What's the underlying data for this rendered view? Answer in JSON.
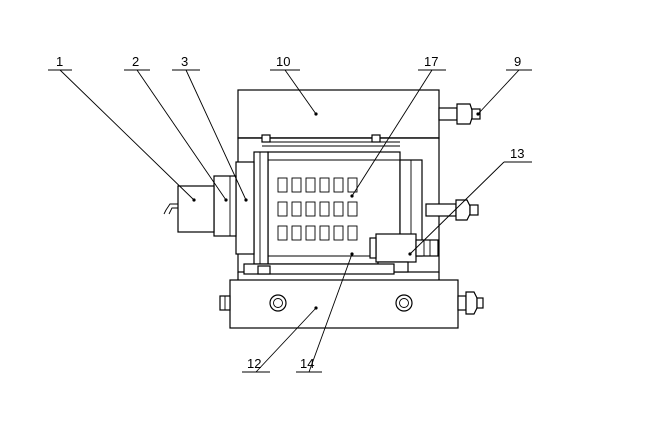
{
  "labels": {
    "l1": "1",
    "l2": "2",
    "l3": "3",
    "l9": "9",
    "l10": "10",
    "l12": "12",
    "l13": "13",
    "l14": "14",
    "l17": "17"
  }
}
